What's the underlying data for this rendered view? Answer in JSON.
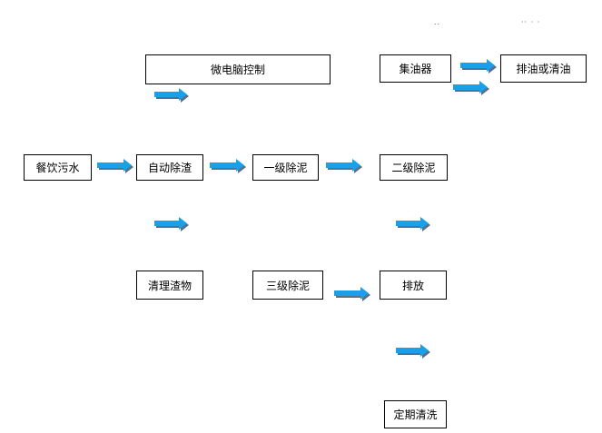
{
  "nodes": {
    "control": "微电脑控制",
    "collector": "集油器",
    "discharge_oil": "排油或清油",
    "wastewater": "餐饮污水",
    "auto_slag": "自动除渣",
    "sludge1": "一级除泥",
    "sludge2": "二级除泥",
    "clean_slag": "清理渣物",
    "sludge3": "三级除泥",
    "discharge": "排放",
    "periodic": "定期清洗"
  },
  "colors": {
    "arrow_fill": "#1aa0e8",
    "arrow_shadow": "#5a6e86",
    "border": "#000000"
  },
  "top_marks": {
    "left": "..",
    "right": "·· · ·"
  }
}
